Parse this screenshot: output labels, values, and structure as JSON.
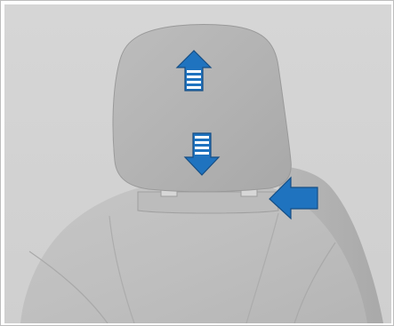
{
  "figure": {
    "arrows": {
      "up": {
        "icon": "raise-headrest-arrow-icon",
        "direction": "up"
      },
      "down": {
        "icon": "lower-headrest-arrow-icon",
        "direction": "down"
      },
      "release": {
        "icon": "release-button-arrow-icon",
        "direction": "left"
      }
    },
    "colors": {
      "background": "#d3d3d3",
      "frame_border": "#bdbdbd",
      "headrest": "#b2b2b2",
      "seat": "#c0c0c0",
      "seat_shadow": "#a7a7a7",
      "arrow_blue": "#1f73bf",
      "arrow_blue_dark": "#1b5e98",
      "arrow_stripe": "#ffffff",
      "metal": "#d7d7d7"
    }
  }
}
